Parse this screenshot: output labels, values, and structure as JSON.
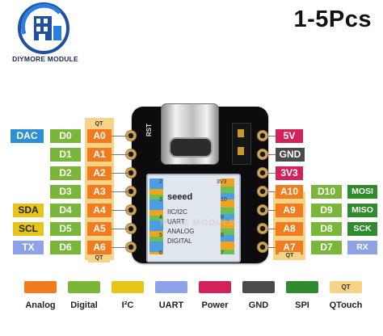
{
  "brand": {
    "name": "DIYMORE MODULE"
  },
  "quantity": "1-5Pcs",
  "board": {
    "reset_label": "RST",
    "chip": {
      "brand": "seeed",
      "labels": [
        "IIC/I2C",
        "UART",
        "ANALOG",
        "DIGITAL"
      ],
      "pin_numbers_left": [
        "2",
        "3",
        "4",
        "5",
        "6"
      ],
      "pin_numbers_right": [
        "3V3",
        "10",
        "9",
        "8",
        "7"
      ]
    },
    "watermark": "MORE MODULE"
  },
  "colors": {
    "analog": "#f07c1f",
    "digital": "#79b63a",
    "i2c": "#e6c51b",
    "uart": "#8ea2e8",
    "power": "#d1235a",
    "gnd": "#4a4a4a",
    "spi": "#2f8b2d",
    "qtouch": "#f7d287",
    "dac": "#2e8fd2"
  },
  "left_pins": [
    {
      "extra": "DAC",
      "extra_type": "dac",
      "digital": "D0",
      "analog": "A0",
      "qtouch_cap": "QT",
      "qtouch_below": false
    },
    {
      "extra": "",
      "extra_type": "",
      "digital": "D1",
      "analog": "A1",
      "qtouch_cap": "",
      "qtouch_below": false
    },
    {
      "extra": "",
      "extra_type": "",
      "digital": "D2",
      "analog": "A2",
      "qtouch_cap": "",
      "qtouch_below": false
    },
    {
      "extra": "",
      "extra_type": "",
      "digital": "D3",
      "analog": "A3",
      "qtouch_cap": "",
      "qtouch_below": false
    },
    {
      "extra": "SDA",
      "extra_type": "i2c",
      "digital": "D4",
      "analog": "A4",
      "qtouch_cap": "",
      "qtouch_below": false
    },
    {
      "extra": "SCL",
      "extra_type": "i2c",
      "digital": "D5",
      "analog": "A5",
      "qtouch_cap": "",
      "qtouch_below": false
    },
    {
      "extra": "TX",
      "extra_type": "uart",
      "digital": "D6",
      "analog": "A6",
      "qtouch_cap": "QT",
      "qtouch_below": true
    }
  ],
  "right_pins": [
    {
      "first": "5V",
      "first_type": "power",
      "digital": "",
      "extra": "",
      "extra_type": ""
    },
    {
      "first": "GND",
      "first_type": "gnd",
      "digital": "",
      "extra": "",
      "extra_type": ""
    },
    {
      "first": "3V3",
      "first_type": "power",
      "digital": "",
      "extra": "",
      "extra_type": ""
    },
    {
      "first": "A10",
      "first_type": "analog",
      "digital": "D10",
      "extra": "MOSI",
      "extra_type": "spi"
    },
    {
      "first": "A9",
      "first_type": "analog",
      "digital": "D9",
      "extra": "MISO",
      "extra_type": "spi"
    },
    {
      "first": "A8",
      "first_type": "analog",
      "digital": "D8",
      "extra": "SCK",
      "extra_type": "spi"
    },
    {
      "first": "A7",
      "first_type": "analog",
      "digital": "D7",
      "extra": "RX",
      "extra_type": "uart"
    }
  ],
  "right_qtouch_cap": "QT",
  "legend": [
    {
      "label": "Analog",
      "type": "analog"
    },
    {
      "label": "Digital",
      "type": "digital"
    },
    {
      "label": "I²C",
      "type": "i2c"
    },
    {
      "label": "UART",
      "type": "uart"
    },
    {
      "label": "Power",
      "type": "power"
    },
    {
      "label": "GND",
      "type": "gnd"
    },
    {
      "label": "SPI",
      "type": "spi"
    },
    {
      "label": "QTouch",
      "type": "qtouch",
      "swatch_text": "QT"
    }
  ]
}
